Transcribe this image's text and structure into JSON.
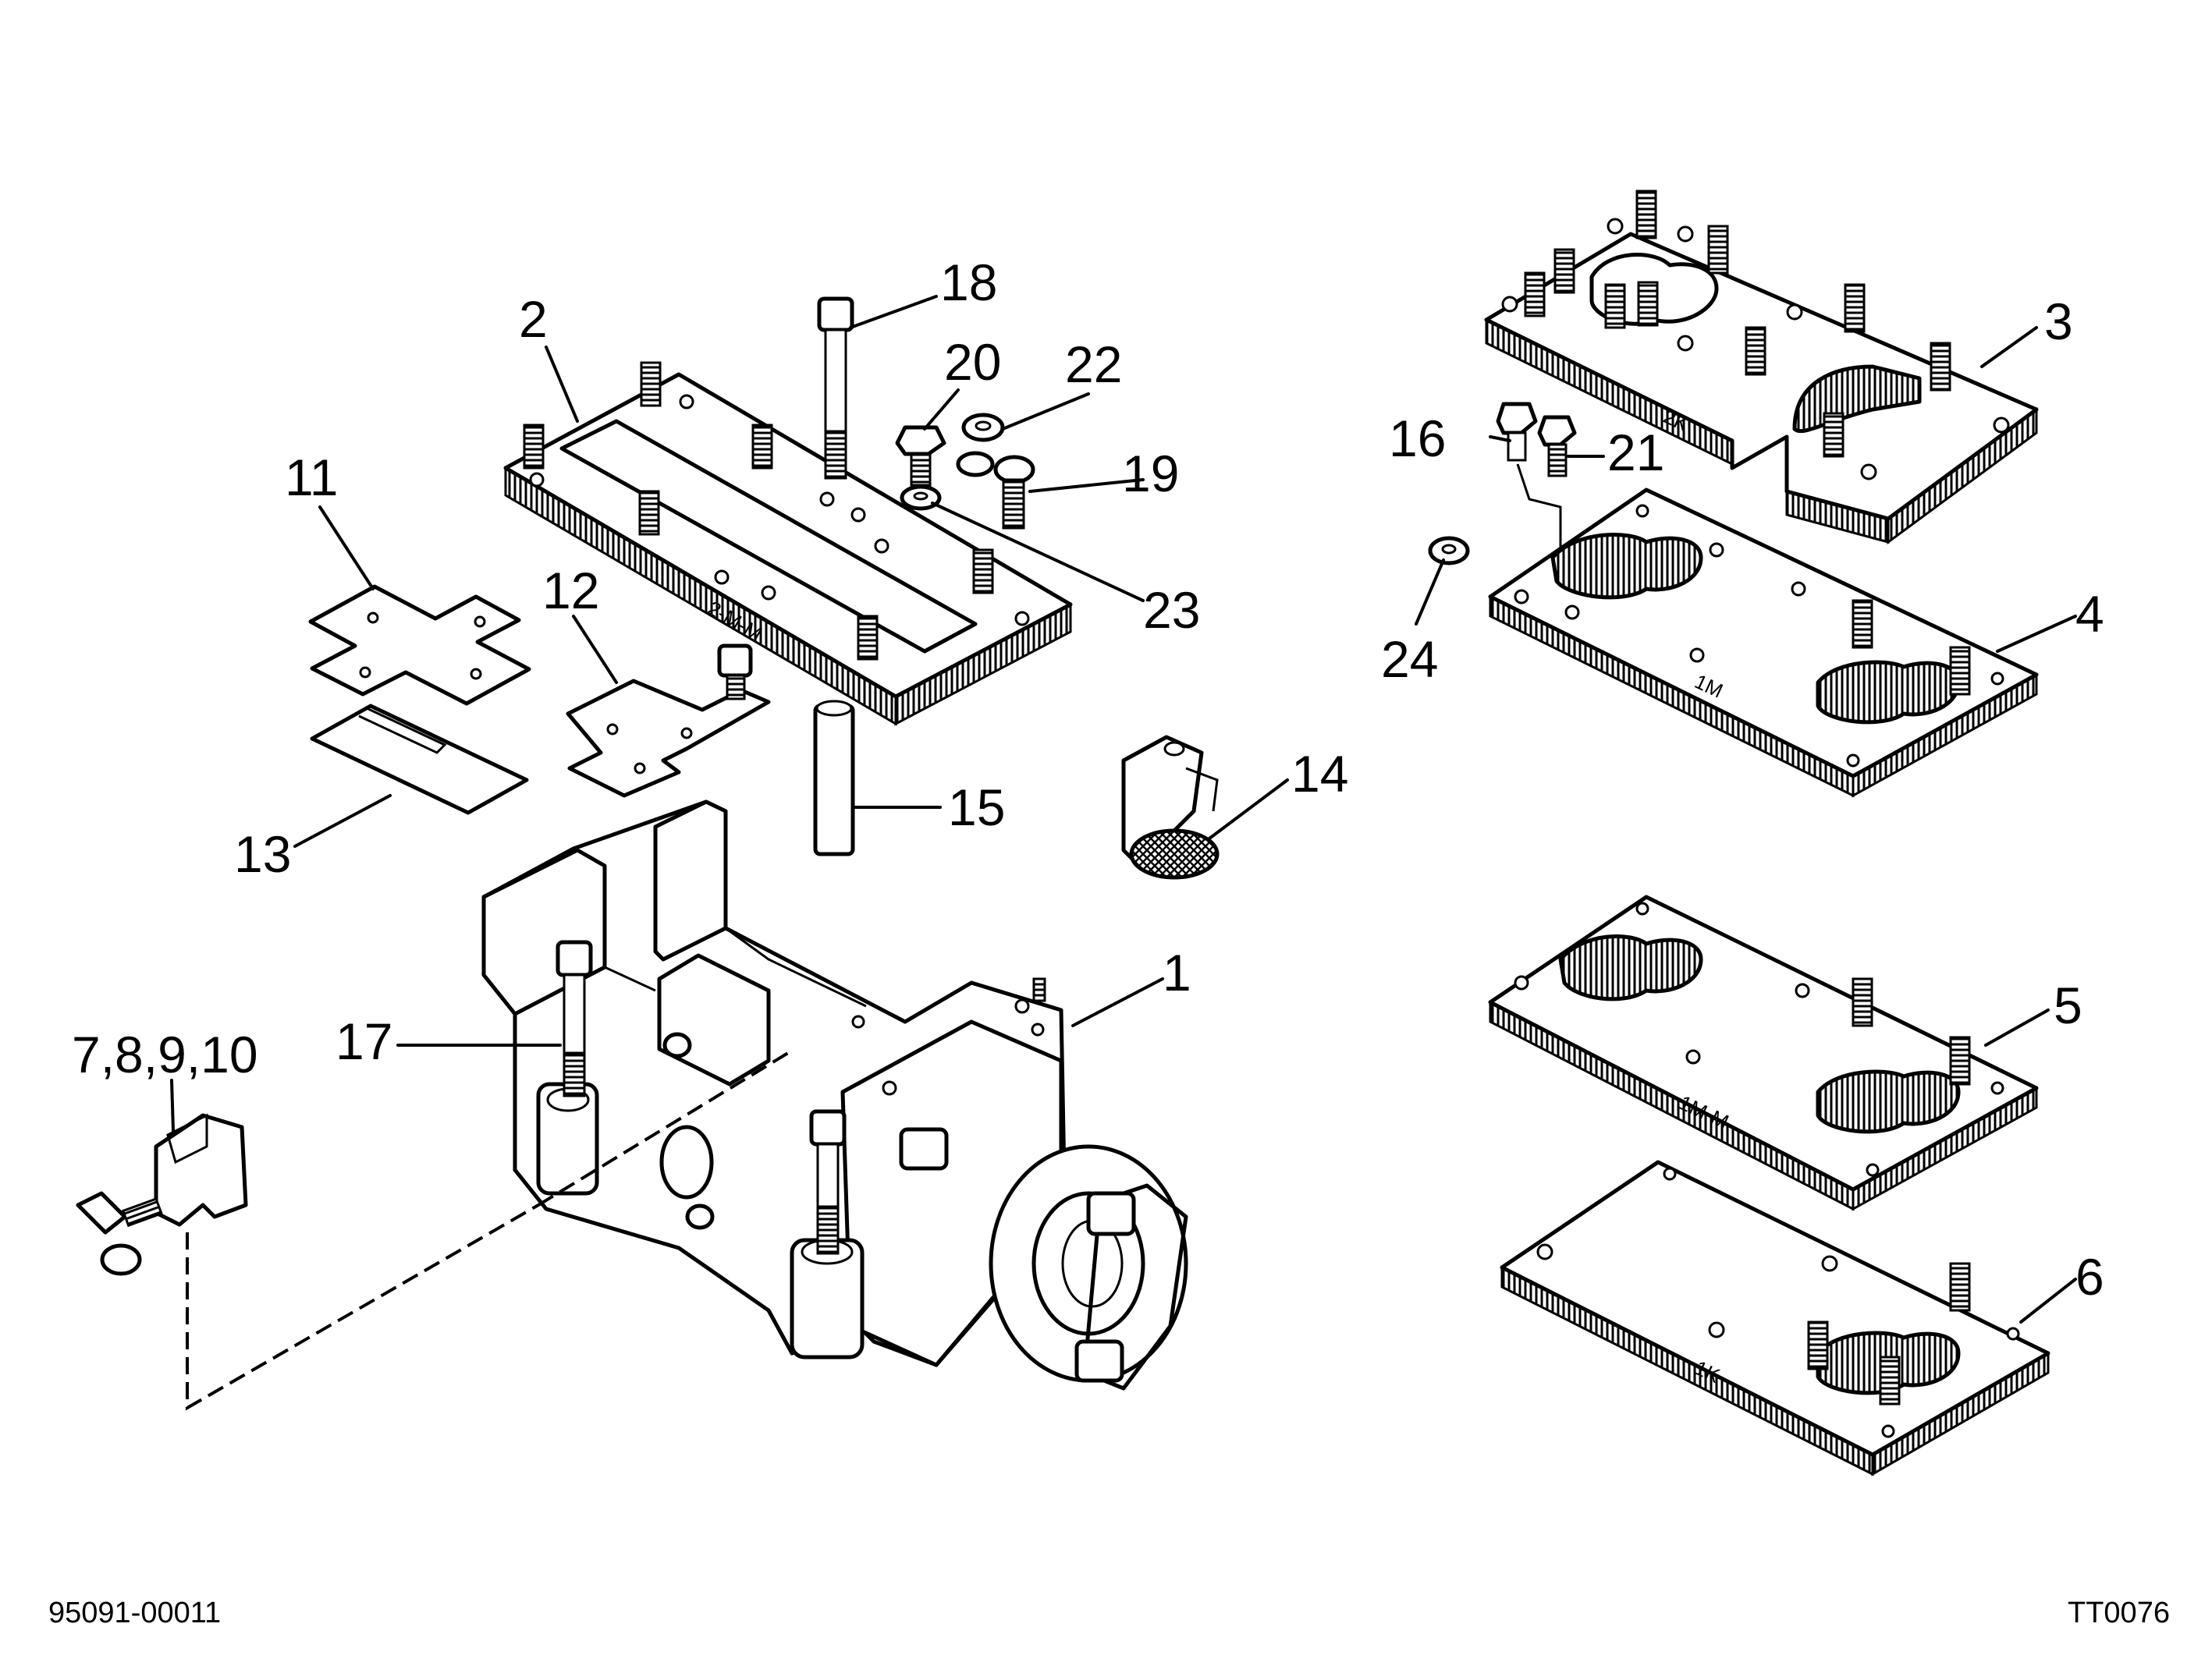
{
  "drawing": {
    "doc_number": "95091-00011",
    "figure_code": "TT0076"
  },
  "callouts": [
    {
      "id": "c1",
      "text": "1"
    },
    {
      "id": "c2",
      "text": "2"
    },
    {
      "id": "c3",
      "text": "3"
    },
    {
      "id": "c4",
      "text": "4"
    },
    {
      "id": "c5",
      "text": "5"
    },
    {
      "id": "c6",
      "text": "6"
    },
    {
      "id": "c7",
      "text": "7,8,9,10"
    },
    {
      "id": "c11",
      "text": "11"
    },
    {
      "id": "c12",
      "text": "12"
    },
    {
      "id": "c13",
      "text": "13"
    },
    {
      "id": "c14",
      "text": "14"
    },
    {
      "id": "c15",
      "text": "15"
    },
    {
      "id": "c16",
      "text": "16"
    },
    {
      "id": "c17",
      "text": "17"
    },
    {
      "id": "c18",
      "text": "18"
    },
    {
      "id": "c19",
      "text": "19"
    },
    {
      "id": "c20",
      "text": "20"
    },
    {
      "id": "c21",
      "text": "21"
    },
    {
      "id": "c22",
      "text": "22"
    },
    {
      "id": "c23",
      "text": "23"
    },
    {
      "id": "c24",
      "text": "24"
    }
  ],
  "plate_markings": {
    "plate_2": "2-M-M",
    "plate_3": "2K",
    "plate_4": "1M",
    "plate_5": "1M-M",
    "plate_6": "1K"
  }
}
